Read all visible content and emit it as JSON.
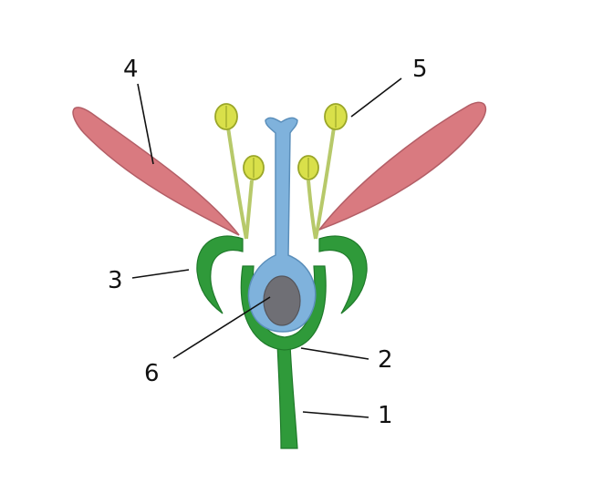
{
  "labels": {
    "stem": "1",
    "receptacle": "2",
    "sepal": "3",
    "petal": "4",
    "stamen": "5",
    "ovary": "6"
  },
  "colors": {
    "background": "#ffffff",
    "petal": "#d97a80",
    "petal_edge": "#b35e66",
    "stem": "#2f9a3a",
    "stem_edge": "#1f7a2a",
    "pistil": "#7fb2dc",
    "pistil_edge": "#5b8fbb",
    "ovule": "#6f6f75",
    "filament": "#b7c96a",
    "anther": "#d9e04a",
    "anther_edge": "#9aa628",
    "label_text": "#111111"
  }
}
